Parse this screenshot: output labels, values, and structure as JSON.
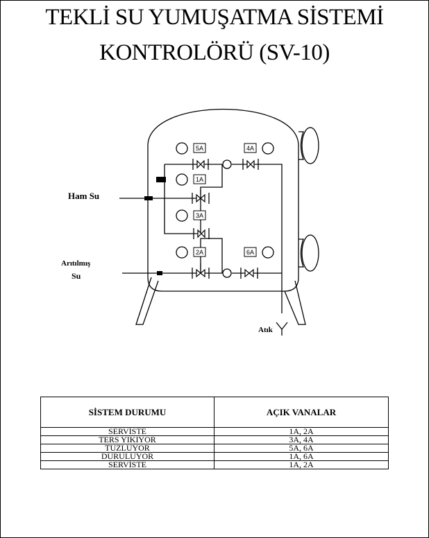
{
  "title": {
    "line1": "TEKLİ SU YUMUŞATMA SİSTEMİ",
    "line2": "KONTROLÖRÜ (SV-10)"
  },
  "diagram": {
    "labels": {
      "raw_water": "Ham Su",
      "treated_water_1": "Arıtılmış",
      "treated_water_2": "Su",
      "drain": "Atık"
    },
    "valves": [
      "1A",
      "2A",
      "3A",
      "4A",
      "5A",
      "6A"
    ]
  },
  "table": {
    "headers": [
      "SİSTEM DURUMU",
      "AÇIK VANALAR"
    ],
    "rows": [
      [
        "SERVİSTE",
        "1A, 2A"
      ],
      [
        "TERS YIKIYOR",
        "3A, 4A"
      ],
      [
        "TUZLUYOR",
        "5A, 6A"
      ],
      [
        "DURULUYOR",
        "1A, 6A"
      ],
      [
        "SERVİSTE",
        "1A, 2A"
      ]
    ]
  }
}
